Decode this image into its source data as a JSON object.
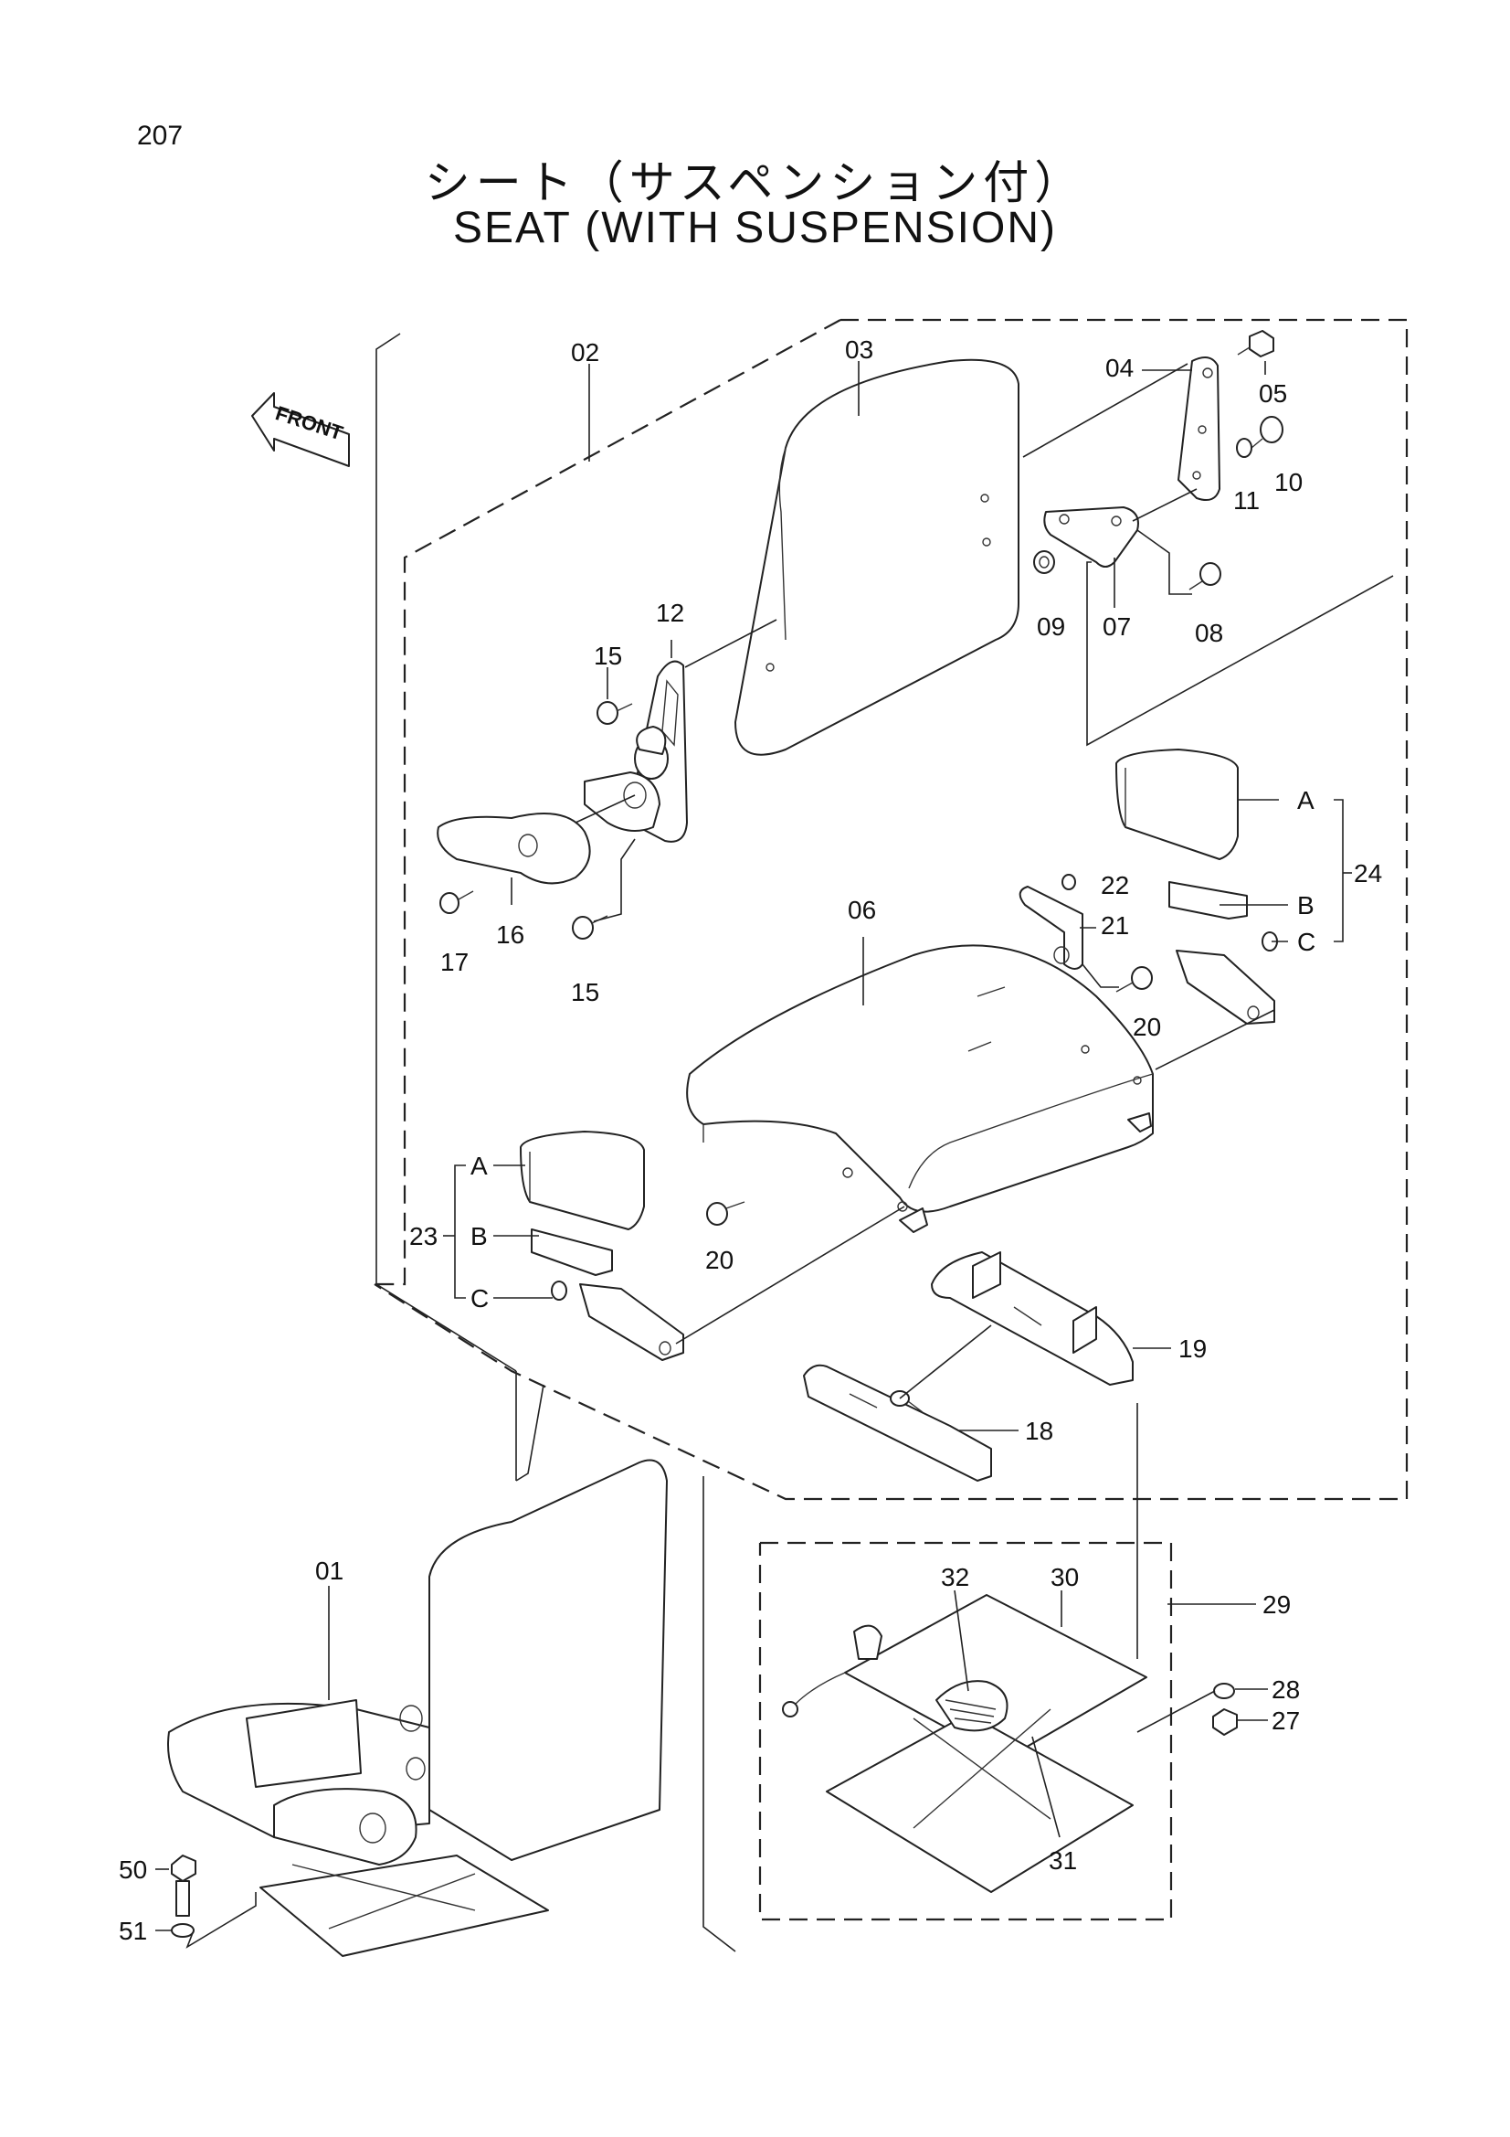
{
  "page_number": "207",
  "title_ja": "シート（サスペンション付）",
  "title_en": "SEAT (WITH SUSPENSION)",
  "front_arrow_label": "FRONT",
  "parts": {
    "p01": "01",
    "p02": "02",
    "p03": "03",
    "p04": "04",
    "p05": "05",
    "p06": "06",
    "p07": "07",
    "p08": "08",
    "p09": "09",
    "p10": "10",
    "p11": "11",
    "p12": "12",
    "p15a": "15",
    "p15b": "15",
    "p16": "16",
    "p17": "17",
    "p18": "18",
    "p19": "19",
    "p20a": "20",
    "p20b": "20",
    "p21": "21",
    "p22": "22",
    "p23": "23",
    "p24": "24",
    "p27": "27",
    "p28": "28",
    "p29": "29",
    "p30": "30",
    "p31": "31",
    "p32": "32",
    "p50": "50",
    "p51": "51"
  },
  "sub_labels": {
    "a23": "A",
    "b23": "B",
    "c23": "C",
    "a24": "A",
    "b24": "B",
    "c24": "C"
  }
}
